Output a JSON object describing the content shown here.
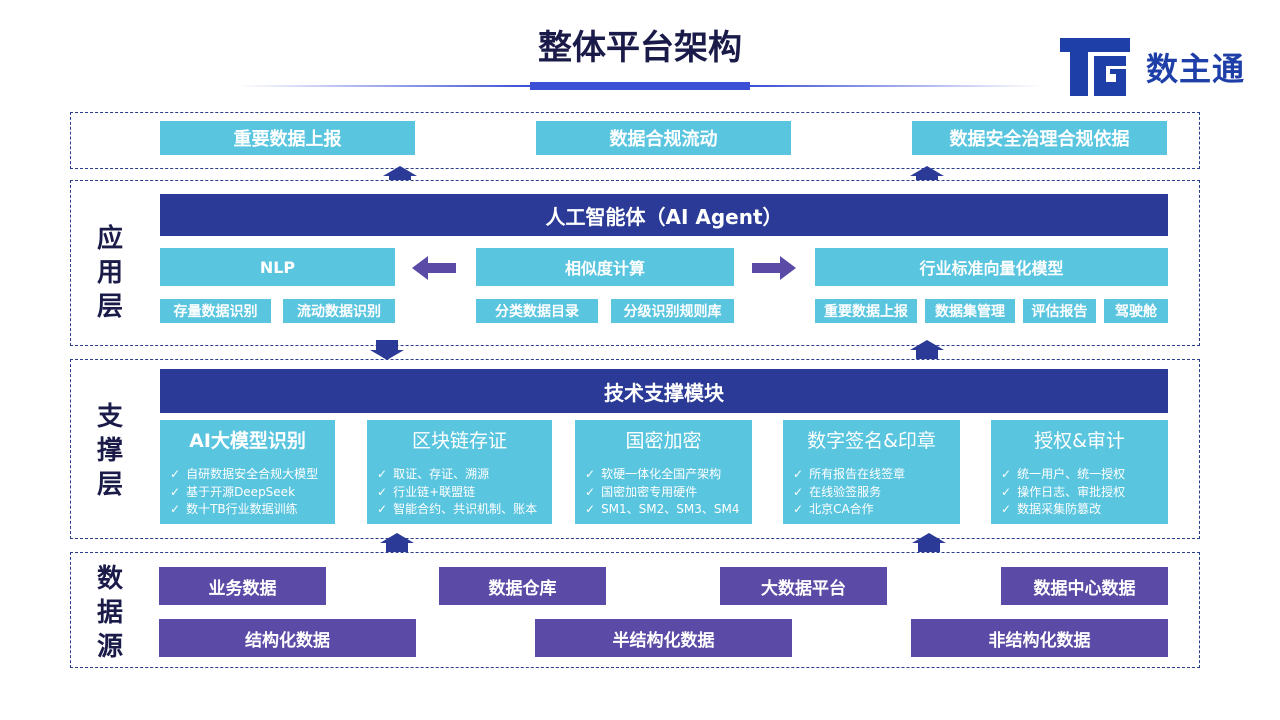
{
  "title": "整体平台架构",
  "logo": {
    "text": "数主通"
  },
  "colors": {
    "navy": "#2a3a96",
    "cyan": "#5ac5df",
    "purple": "#5b4aa6",
    "border": "#2a3c8c",
    "accent": "#3a4fd6"
  },
  "top": {
    "items": [
      "重要数据上报",
      "数据合规流动",
      "数据安全治理合规依据"
    ]
  },
  "application_layer": {
    "label": "应用层",
    "header": "人工智能体（AI Agent）",
    "nlp": {
      "title": "NLP",
      "chips": [
        "存量数据识别",
        "流动数据识别"
      ]
    },
    "similarity": {
      "title": "相似度计算",
      "chips": [
        "分类数据目录",
        "分级识别规则库"
      ]
    },
    "vector": {
      "title": "行业标准向量化模型",
      "chips": [
        "重要数据上报",
        "数据集管理",
        "评估报告",
        "驾驶舱"
      ]
    }
  },
  "support_layer": {
    "label": "支撑层",
    "header": "技术支撑模块",
    "blocks": [
      {
        "title": "AI大模型识别",
        "items": [
          "自研数据安全合规大模型",
          "基于开源DeepSeek",
          "数十TB行业数据训练"
        ]
      },
      {
        "title": "区块链存证",
        "items": [
          "取证、存证、溯源",
          "行业链+联盟链",
          "智能合约、共识机制、账本"
        ]
      },
      {
        "title": "国密加密",
        "items": [
          "软硬一体化全国产架构",
          "国密加密专用硬件",
          "SM1、SM2、SM3、SM4"
        ]
      },
      {
        "title": "数字签名&印章",
        "items": [
          "所有报告在线签章",
          "在线验签服务",
          "北京CA合作"
        ]
      },
      {
        "title": "授权&审计",
        "items": [
          "统一用户、统一授权",
          "操作日志、审批授权",
          "数据采集防篡改"
        ]
      }
    ]
  },
  "data_layer": {
    "label": "数据源",
    "row1": [
      "业务数据",
      "数据仓库",
      "大数据平台",
      "数据中心数据"
    ],
    "row2": [
      "结构化数据",
      "半结构化数据",
      "非结构化数据"
    ]
  }
}
